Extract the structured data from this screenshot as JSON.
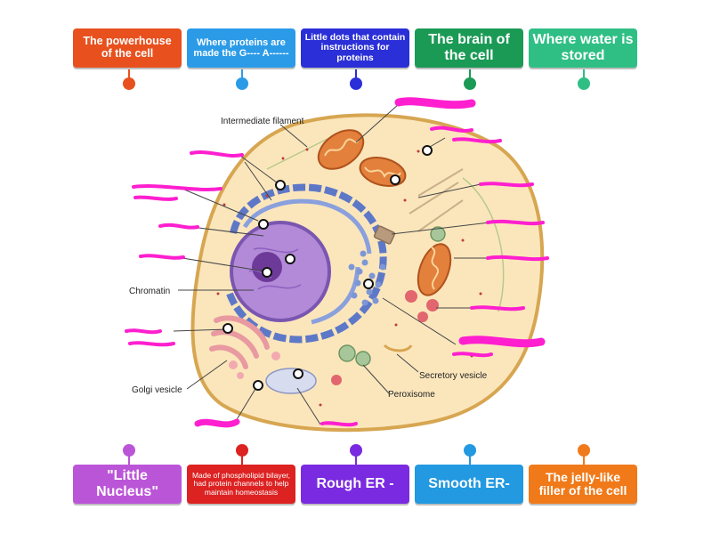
{
  "colors": {
    "red": "#e8501e",
    "blue": "#2b9be8",
    "navy": "#2a2fd8",
    "green": "#1a9a55",
    "teal": "#2fbf85",
    "lilac": "#bb55d8",
    "crimson": "#dd2222",
    "violet": "#7a2ae0",
    "sky": "#2299e0",
    "orange": "#f07a1a",
    "scribble": "#ff1fcf"
  },
  "top_cards": [
    {
      "text": "The powerhouse of the cell"
    },
    {
      "text": "Where proteins are made the G---- A------"
    },
    {
      "text": "Little dots that contain instructions for proteins"
    },
    {
      "text": "The brain of the cell"
    },
    {
      "text": "Where water is stored"
    }
  ],
  "bottom_cards": [
    {
      "text": "\"Little Nucleus\""
    },
    {
      "text": "Made of phospholipid bilayer, had protein channels to help maintain homeostasis"
    },
    {
      "text": "Rough ER -"
    },
    {
      "text": "Smooth ER-"
    },
    {
      "text": "The jelly-like filler of the cell"
    }
  ],
  "diagram": {
    "labels": {
      "intermediate_filament": "Intermediate filament",
      "chromatin": "Chromatin",
      "golgi_vesicle": "Golgi vesicle",
      "secretory_vesicle": "Secretory vesicle",
      "peroxisome": "Peroxisome"
    }
  }
}
